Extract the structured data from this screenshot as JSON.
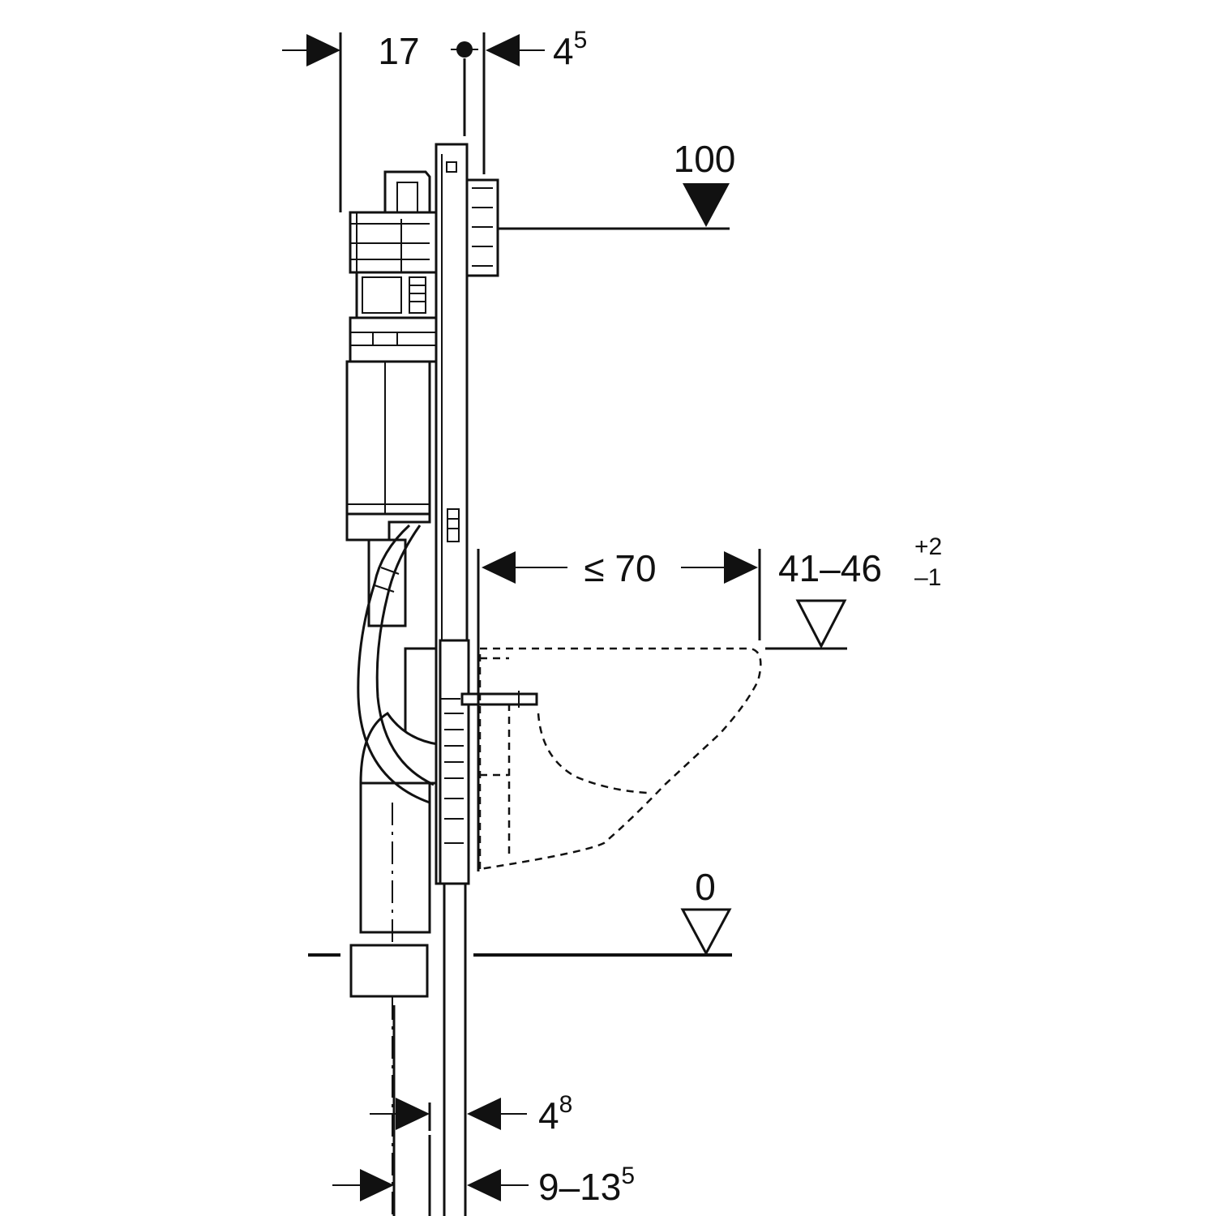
{
  "dimensions": {
    "frame_depth": "17",
    "top_offset": {
      "base": "4",
      "sup": "5"
    },
    "flush_height": "100",
    "bowl_projection": "≤ 70",
    "seat_height": {
      "base": "41–46",
      "sup": "+2",
      "sub": "–1"
    },
    "floor_level": "0",
    "foot_offset": {
      "base": "4",
      "sup": "8"
    },
    "drain_offset": {
      "base": "9–13",
      "sup": "5"
    }
  }
}
